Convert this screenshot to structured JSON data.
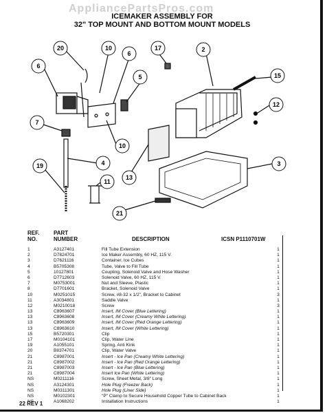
{
  "watermark": "AppliancePartsPros.com",
  "title_line1": "ICEMAKER ASSEMBLY FOR",
  "title_line2": "32\" TOP MOUNT AND BOTTOM MOUNT MODELS",
  "callouts": [
    "20",
    "10",
    "6",
    "17",
    "2",
    "15",
    "5",
    "12",
    "7",
    "10",
    "4",
    "19",
    "11",
    "13",
    "3",
    "21"
  ],
  "headers": {
    "ref": "REF.",
    "no": "NO.",
    "part": "PART",
    "number": "NUMBER",
    "description": "DESCRIPTION",
    "icsn": "ICSN P1110701W"
  },
  "rows": [
    {
      "ref": "1",
      "part": "A3127401",
      "desc": "Fill Tube Extension",
      "qty": "1"
    },
    {
      "ref": "2",
      "part": "D7824701",
      "desc": "Ice Maker Assembly, 60 HZ, 115 V.",
      "qty": "1"
    },
    {
      "ref": "3",
      "part": "D7621116",
      "desc": "Container, Ice Cubes",
      "qty": "1"
    },
    {
      "ref": "4",
      "part": "B5705308",
      "desc": "Tube, Valve to Fill Tube",
      "qty": "1"
    },
    {
      "ref": "5",
      "part": "10127801",
      "desc": "Coupling, Solenoid Valve and Hose Washer",
      "qty": "1"
    },
    {
      "ref": "6",
      "part": "D7712603",
      "desc": "Solenoid Valve, 60 HZ, 115 V.",
      "qty": "1"
    },
    {
      "ref": "7",
      "part": "M0753001",
      "desc": "Nut and Sleeve, Plastic",
      "qty": "1"
    },
    {
      "ref": "8",
      "part": "D7701601",
      "desc": "Bracket, Solenoid Valve",
      "qty": "1"
    },
    {
      "ref": "10",
      "part": "M0251015",
      "desc": "Screw, #8-32 x 1/2\", Bracket to Cabinet",
      "qty": "3"
    },
    {
      "ref": "11",
      "part": "A3034801",
      "desc": "Saddle Valve",
      "qty": "1"
    },
    {
      "ref": "12",
      "part": "M0210018",
      "desc": "Screw",
      "qty": "3"
    },
    {
      "ref": "13",
      "part": "C8963607",
      "desc": "Insert, IM Cover (Blue Lettering)",
      "qty": "1"
    },
    {
      "ref": "13",
      "part": "C8963608",
      "desc": "Insert, IM Cover (Creamy White Lettering)",
      "qty": "1"
    },
    {
      "ref": "13",
      "part": "C8963609",
      "desc": "Insert, IM Cover (Red Orange Lettering)",
      "qty": "1"
    },
    {
      "ref": "13",
      "part": "C8963610",
      "desc": "Insert, IM Cover (White Lettering)",
      "qty": "1"
    },
    {
      "ref": "15",
      "part": "B5720301",
      "desc": "Clip",
      "qty": "1"
    },
    {
      "ref": "17",
      "part": "M0104101",
      "desc": "Clip, Water Line",
      "qty": "1"
    },
    {
      "ref": "19",
      "part": "A1055101",
      "desc": "Spring, Anti Kink",
      "qty": "1"
    },
    {
      "ref": "20",
      "part": "B8374701",
      "desc": "Clip, Water Valve",
      "qty": "1"
    },
    {
      "ref": "21",
      "part": "C8987001",
      "desc": "Insert - Ice Pan (Creamy White Lettering)",
      "qty": "1"
    },
    {
      "ref": "21",
      "part": "C8987002",
      "desc": "Insert - Ice Pan (Red Orange Lettering)",
      "qty": "1"
    },
    {
      "ref": "21",
      "part": "C8987003",
      "desc": "Insert - Ice Pan (Blue Lettering)",
      "qty": "1"
    },
    {
      "ref": "21",
      "part": "C8987004",
      "desc": "Insert Ice Pan (White Lettering)",
      "qty": "1"
    },
    {
      "ref": "NS",
      "part": "M0211116",
      "desc": "Screw, Sheet Metal, 3/8\" Long",
      "qty": "1"
    },
    {
      "ref": "NS",
      "part": "A3124301",
      "desc": "Hole Plug (Freezer Back)",
      "qty": "1"
    },
    {
      "ref": "NS",
      "part": "M0311301",
      "desc": "Hole Plug (Liner Side)",
      "qty": "1"
    },
    {
      "ref": "NS",
      "part": "M0102301",
      "desc": "\"P\" Clamp to Secure Household Copper Tube to Cabinet Back",
      "qty": "1"
    },
    {
      "ref": "NS",
      "part": "A1068202",
      "desc": "Installation Instructions",
      "qty": "1"
    }
  ],
  "footer": "22 REV 1"
}
